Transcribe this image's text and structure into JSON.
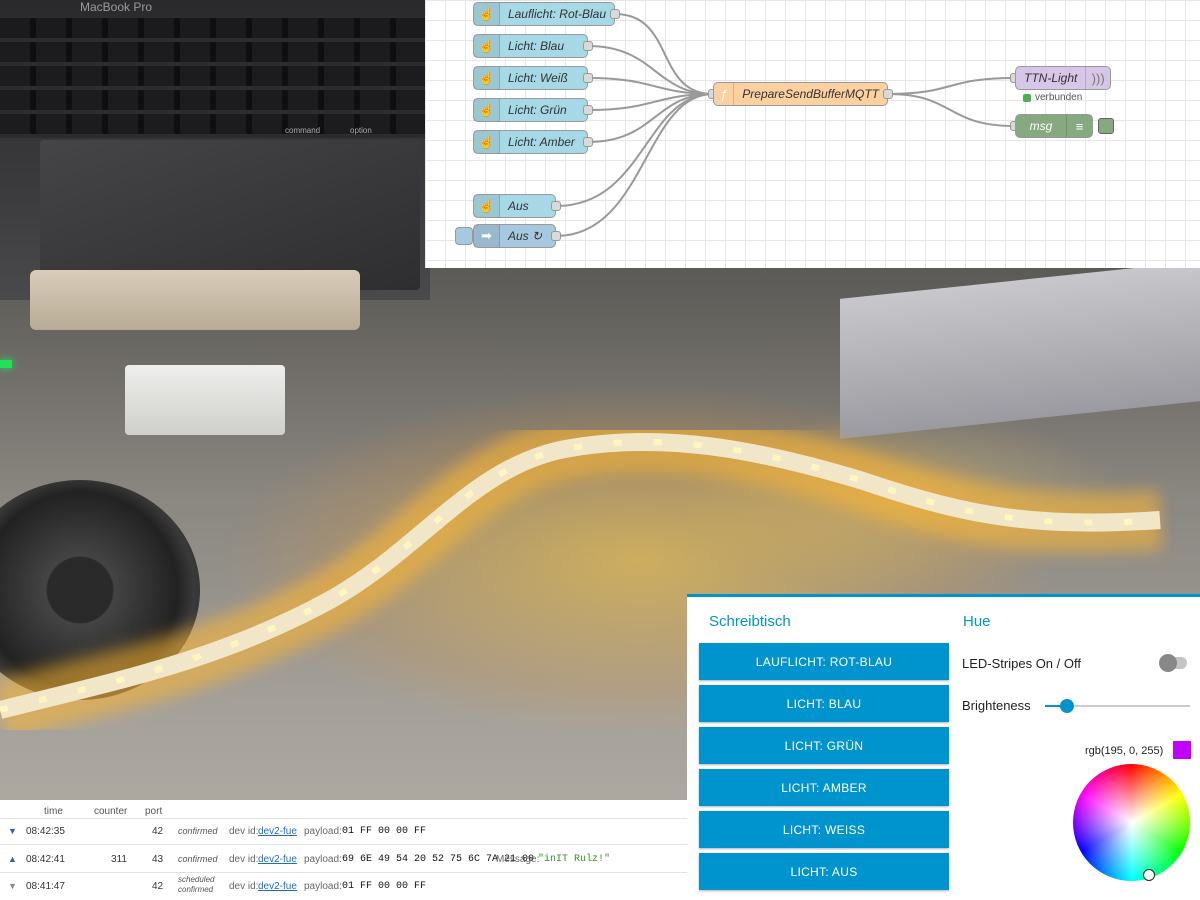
{
  "photo": {
    "laptop_label": "MacBook Pro",
    "key_labels": {
      "command": "command",
      "option": "option"
    }
  },
  "nodered": {
    "inject_nodes": [
      {
        "label": "Lauflicht: Rot-Blau"
      },
      {
        "label": "Licht: Blau"
      },
      {
        "label": "Licht: Weiß"
      },
      {
        "label": "Licht: Grün"
      },
      {
        "label": "Licht: Amber"
      },
      {
        "label": "Aus"
      },
      {
        "label": "Aus ↻"
      }
    ],
    "function_node": {
      "label": "PrepareSendBufferMQTT"
    },
    "ttn_node": {
      "label": "TTN-Light",
      "status": "verbunden"
    },
    "debug_node": {
      "label": "msg"
    }
  },
  "dashboard": {
    "left_group_title": "Schreibtisch",
    "buttons": [
      "LAUFLICHT: ROT-BLAU",
      "LICHT: BLAU",
      "LICHT: GRÜN",
      "LICHT: AMBER",
      "LICHT: WEISS",
      "LICHT: AUS"
    ],
    "right_group_title": "Hue",
    "switch_label": "LED-Stripes On / Off",
    "switch_on": false,
    "brightness_label": "Brighteness",
    "brightness_fraction": 0.15,
    "rgb_text": "rgb(195, 0, 255)",
    "rgb_color": "#c300ff",
    "accent": "#0094ce"
  },
  "ttn": {
    "headers": {
      "time": "time",
      "counter": "counter",
      "port": "port"
    },
    "rows": [
      {
        "dir": "down",
        "time": "08:42:35",
        "counter": "",
        "port": "42",
        "conf1": "confirmed",
        "conf2": "",
        "devid_label": "dev id:",
        "devid": "dev2-fue",
        "payload_label": "payload:",
        "payload": "01 FF 00 00 FF",
        "message_label": "",
        "message": ""
      },
      {
        "dir": "up",
        "time": "08:42:41",
        "counter": "311",
        "port": "43",
        "conf1": "confirmed",
        "conf2": "",
        "devid_label": "dev id:",
        "devid": "dev2-fue",
        "payload_label": "payload:",
        "payload": "69 6E 49 54 20 52 75 6C 7A 21 00",
        "message_label": "Message:",
        "message": "\"inIT Rulz!\""
      },
      {
        "dir": "sched",
        "time": "08:41:47",
        "counter": "",
        "port": "42",
        "conf1": "scheduled",
        "conf2": "confirmed",
        "devid_label": "dev id:",
        "devid": "dev2-fue",
        "payload_label": "payload:",
        "payload": "01 FF 00 00 FF",
        "message_label": "",
        "message": ""
      }
    ]
  }
}
